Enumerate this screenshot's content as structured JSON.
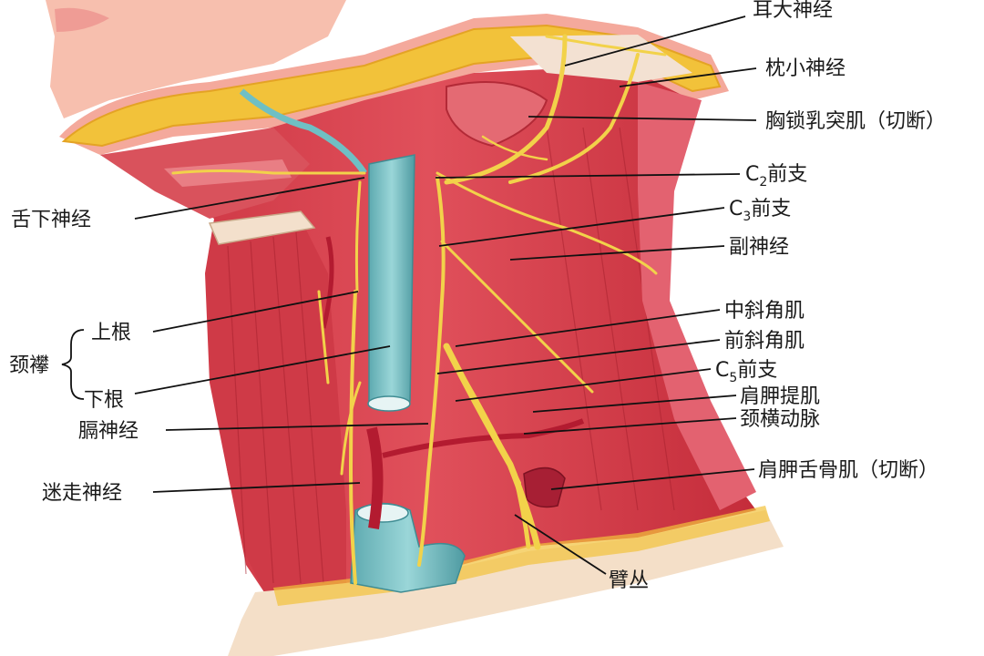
{
  "labels": {
    "great_auricular_nerve": "耳大神经",
    "lesser_occipital_nerve": "枕小神经",
    "scm_cut": "胸锁乳突肌（切断）",
    "c2_prefix": "C",
    "c2_sub": "2",
    "c2_suffix": "前支",
    "c3_prefix": "C",
    "c3_sub": "3",
    "c3_suffix": "前支",
    "accessory_nerve": "副神经",
    "hypoglossal_nerve": "舌下神经",
    "middle_scalene": "中斜角肌",
    "anterior_scalene": "前斜角肌",
    "c5_prefix": "C",
    "c5_sub": "5",
    "c5_suffix": "前支",
    "levator_scapulae": "肩胛提肌",
    "transverse_cervical_artery": "颈横动脉",
    "omohyoid_cut": "肩胛舌骨肌（切断）",
    "superior_root": "上根",
    "ansa_cervicalis": "颈襻",
    "inferior_root": "下根",
    "phrenic_nerve": "膈神经",
    "vagus_nerve": "迷走神经",
    "brachial_plexus": "臂丛"
  },
  "colors": {
    "muscle": "#d63c48",
    "muscle_dark": "#b22635",
    "muscle_light": "#e9707a",
    "skin": "#f6b8a8",
    "fat": "#f5c33a",
    "nerve": "#f2d24a",
    "vein": "#7fc5c9",
    "vein_dark": "#4fa3aa",
    "artery": "#c51f35",
    "cartilage": "#f4e3d0"
  }
}
